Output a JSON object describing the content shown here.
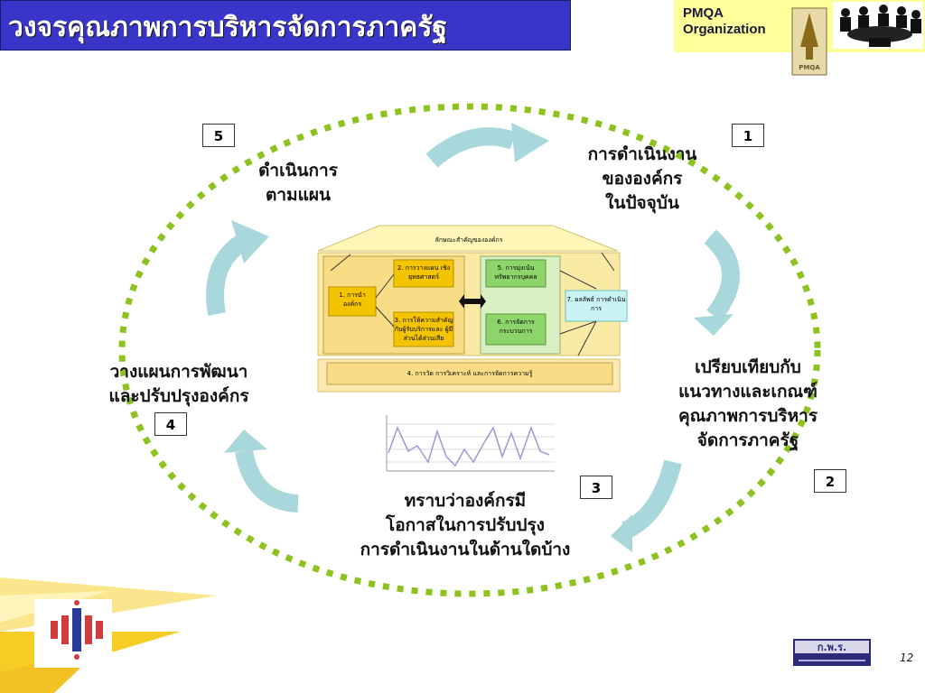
{
  "header": {
    "title": "วงจรคุณภาพการบริหารจัดการภาครัฐ"
  },
  "pmqa": {
    "line1": "PMQA",
    "line2": "Organization",
    "logo_text": "PMQA"
  },
  "cycle": {
    "steps": [
      {
        "number": "1",
        "lines": [
          "การดำเนินงาน",
          "ขององค์กร",
          "ในปัจจุบัน"
        ]
      },
      {
        "number": "2",
        "lines": [
          "เปรียบเทียบกับ",
          "แนวทางและเกณฑ์",
          "คุณภาพการบริหาร",
          "จัดการภาครัฐ"
        ]
      },
      {
        "number": "3",
        "lines": [
          "ทราบว่าองค์กรมี",
          "โอกาสในการปรับปรุง",
          "การดำเนินงานในด้านใดบ้าง"
        ]
      },
      {
        "number": "4",
        "lines": [
          "วางแผนการพัฒนา",
          "และปรับปรุงองค์กร"
        ]
      },
      {
        "number": "5",
        "lines": [
          "ดำเนินการ",
          "ตามแผน"
        ]
      }
    ]
  },
  "framework": {
    "top_label": "ลักษณะสำคัญขององค์กร",
    "box1": "1. การนำ องค์กร",
    "box2": "2. การวางแผน เชิงยุทธศาสตร์",
    "box3": "3. การให้ความสำคัญ กับผู้รับบริการและ ผู้มีส่วนได้ส่วนเสีย",
    "box5": "5. การมุ่งเน้น ทรัพยากรบุคคล",
    "box6": "6. การจัดการ กระบวนการ",
    "box7": "7. ผลลัพธ์ การดำเนินการ",
    "box4": "4. การวัด การวิเคราะห์ และการจัดการความรู้"
  },
  "colors": {
    "title_bg": "#3a35c9",
    "pmqa_bg": "#ffff9a",
    "arrow": "#a8d8dc",
    "dots": "#8dc21f",
    "yellow": "#f5c400"
  },
  "footer": {
    "page_number": "12",
    "ocsc_text": "ก.พ.ร."
  }
}
